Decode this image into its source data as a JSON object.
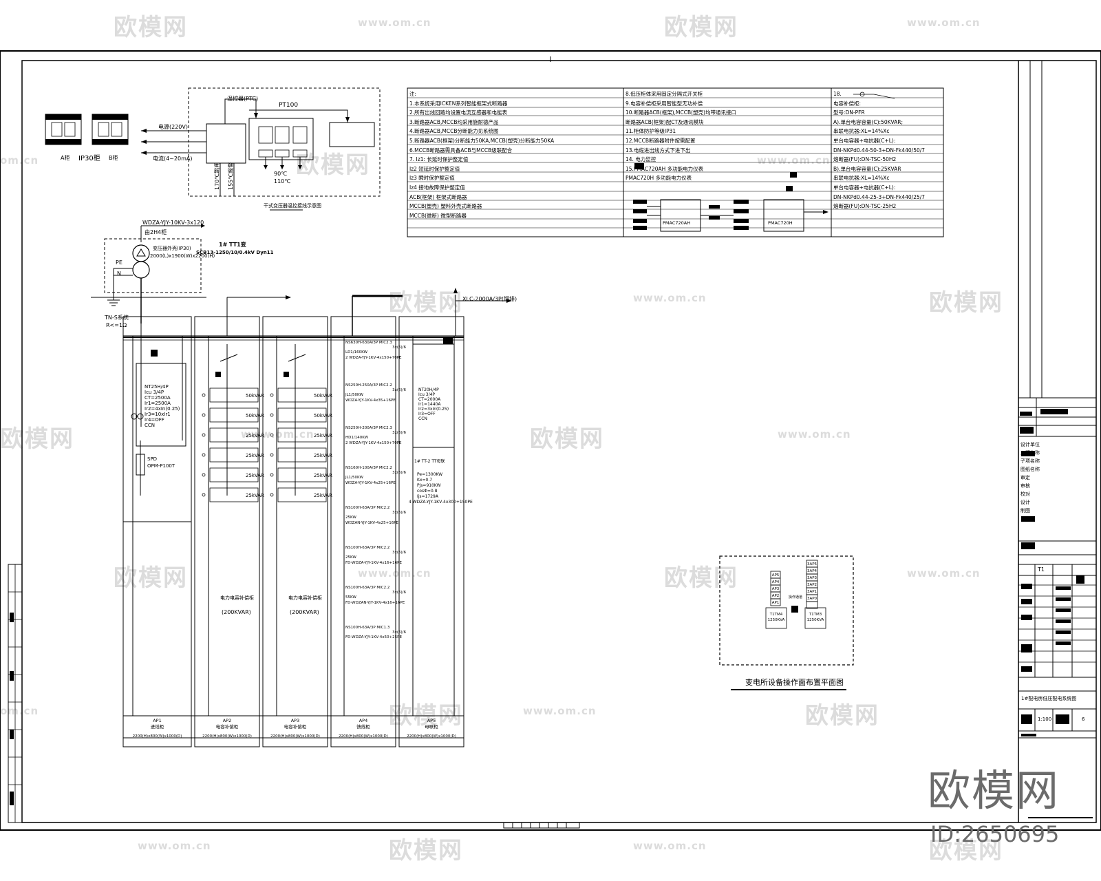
{
  "watermark": {
    "brand": "欧模网",
    "url": "www.om.cn",
    "url_partial": "om.cn"
  },
  "footer": {
    "logo_text": "欧模网",
    "id_text": "ID:2650695"
  },
  "top_left": {
    "ip30_label": "IP30柜",
    "left_cab_label": "A柜",
    "right_cab_label": "B柜"
  },
  "controller_diagram": {
    "ptc_label": "温控器(PTC)",
    "pt100_label": "PT100",
    "power_label": "电源(220V)",
    "signal_label": "电流(4~20mA)",
    "temp_170": "170℃跳闸",
    "temp_155": "155℃报警",
    "temp_90": "90℃",
    "temp_110": "110℃",
    "caption": "干式变压器温控接线示意图"
  },
  "transformer": {
    "cable_in": "WDZA-YJY-10KV-3x120",
    "source_note": "由2H4柜",
    "enclosure": "变压器外壳(IP30)",
    "dims": "2000(L)x1900(W)x2200(H)",
    "grounding": "TN-S系统",
    "resistance": "R<=1Ω",
    "pe": "PE",
    "n": "N",
    "spec_title": "1# TT1变",
    "spec_line": "SCB13-1250/10/0.4kV Dyn11"
  },
  "panels": {
    "busbar_label": "XLC-2000A/3P(铜排)",
    "main_incoming": {
      "breaker": "NT25H/4P",
      "lines": [
        "Icu 3/4P",
        "CT=2500A",
        "Ir1=2500A",
        "Ir2=4xIn(0.25)",
        "Ir3=10xIr1",
        "Ir4=OFF",
        "CCN"
      ],
      "spd": "SPD",
      "spd_model": "OPM-P100T"
    },
    "cap1": {
      "caption": "电力电容补偿柜",
      "capacity": "(200KVAR)",
      "rows": [
        "50kVAR",
        "50kVAR",
        "25kVAR",
        "25kVAR",
        "25kVAR",
        "25kVAR"
      ]
    },
    "cap2": {
      "caption": "电力电容补偿柜",
      "capacity": "(200KVAR)",
      "rows": [
        "50kVAR",
        "50kVAR",
        "25kVAR",
        "25kVAR",
        "25kVAR",
        "25kVAR"
      ]
    },
    "feeder": {
      "entries": [
        {
          "breaker": "NS630H-630A/3P MIC2.3",
          "cap": "3x(6)/6",
          "load": "LD1/160KW",
          "cable": "2 WDZA-YJY-1KV-4x150+70PE"
        },
        {
          "breaker": "NS250H-250A/3P MIC2.2",
          "cap": "3x(6)/6",
          "load": "JL1/50KW",
          "cable": "WDZA-YJY-1KV-4x35+16PE"
        },
        {
          "breaker": "NS250H-200A/3P MIC2.3",
          "cap": "3x(6)/6",
          "load": "HD1/140KW",
          "cable": "2 WDZA-YJY-1KV-4x150+70PE"
        },
        {
          "breaker": "NS160H-100A/3P MIC2.2",
          "cap": "3x(6)/6",
          "load": "JL1/50KW",
          "cable": "WDZA-YJY-1KV-4x25+16PE"
        },
        {
          "breaker": "NS100H-63A/3P MIC2.2",
          "cap": "3x(6)/6",
          "load": "25KW",
          "cable": "WDZAN-YJY-1KV-4x25+16PE"
        },
        {
          "breaker": "NS100H-63A/3P MIC2.2",
          "cap": "3x(6)/6",
          "load": "25KW",
          "cable": "FD-WDZA-YJY-1KV-4x16+16PE"
        },
        {
          "breaker": "NS100H-63A/3P MIC2.2",
          "cap": "3x(6)/6",
          "load": "55KW",
          "cable": "FD-WDZAN-YJY-1KV-4x16+16PE"
        },
        {
          "breaker": "NS100H-63A/3P MIC1.3",
          "cap": "3x(6)/6",
          "load": "",
          "cable": "FD-WDZA-YJY-1KV-4x50+25PE"
        }
      ]
    },
    "tie": {
      "breaker": "NT20H/4P",
      "lines": [
        "Icu 3/4P",
        "CT=2000A",
        "Ir1=1440A",
        "Ir2=3xIn(0.25)",
        "Ir3=OFF",
        "CCN"
      ],
      "title": "1# TT-2 TT母联",
      "calc": [
        "Pe=1300KW",
        "Kx=0.7",
        "Pjs=910KW",
        "cosΦ=0.8",
        "Ijs=1729A",
        "4 WDZA-YJY-1KV-4x300+150PE"
      ]
    },
    "bottom_labels": [
      {
        "code": "AP1",
        "name": "进线柜",
        "size": "2200(H)x800(W)x1000(D)"
      },
      {
        "code": "AP2",
        "name": "电容补偿柜",
        "size": "2200(H)x800(W)x1000(D)"
      },
      {
        "code": "AP3",
        "name": "电容补偿柜",
        "size": "2200(H)x800(W)x1000(D)"
      },
      {
        "code": "AP4",
        "name": "馈线柜",
        "size": "2200(H)x800(W)x1000(D)"
      },
      {
        "code": "AP5",
        "name": "母联柜",
        "size": "2200(H)x800(W)x1000(D)"
      }
    ]
  },
  "notes_table": {
    "col1": [
      "注:",
      "1.本系统采用ICKEN系列智能框架式断路器",
      "2.所有出线回路均设置电流互感器和电能表",
      "3.断路器ACB,MCCB均采用施耐德产品",
      "4.断路器ACB,MCCB分断能力见系统图",
      "5.断路器ACB(框架)分断能力50KA,MCCB(塑壳)分断能力50KA",
      "6.MCCB断路器需具备ACB与MCCB级联配合",
      "7. Iz1: 长延时保护整定值",
      "   Iz2  短延时保护整定值",
      "   Iz3  瞬时保护整定值",
      "   Iz4  接地故障保护整定值",
      "   ACB(框架) 框架式断路器",
      "   MCCB(塑壳) 塑料外壳式断路器",
      "   MCCB(微断) 微型断路器"
    ],
    "col2": [
      "8.低压柜体采用固定分隔式开关柜",
      "9.电容补偿柜采用智能型无功补偿",
      "10.断路器ACB(框架),MCCB(塑壳)均带通讯接口",
      "断路器ACB(框架)配CT及通讯模块",
      "11.柜体防护等级IP31",
      "12.MCCB断路器附件按需配置",
      "13.电缆进出线方式下进下出",
      "14. 电力监控",
      "15.PMAC720AH 多功能电力仪表",
      "   PMAC720H 多功能电力仪表"
    ],
    "col3": [
      "18.",
      "电容补偿柜:",
      "型号:DN-PFR",
      "A).单台电容容量(C):50KVAR;",
      "   串联电抗器:XL=14%Xc",
      "   单台电容器+电抗器(C+L):",
      "   DN-NKPd0.44-50-3+DN-Fk440/50/7",
      "   熔断器(FU):DN-TSC-50H2",
      "B).单台电容容量(C):25KVAR",
      "   串联电抗器:XL=14%Xc",
      "   单台电容器+电抗器(C+L):",
      "   DN-NKPd0.44-25-3+DN-Fk440/25/7",
      "   熔断器(FU):DN-TSC-25H2"
    ],
    "pmac_a": "PMAC720AH",
    "pmac_b": "PMAC720H"
  },
  "room_plan": {
    "caption": "变电所设备操作面布置平面图",
    "left_cells": [
      "AP5",
      "AP4",
      "AP3",
      "AP2",
      "AP1"
    ],
    "right_cells": [
      "3AP5",
      "3AP4",
      "3AP3",
      "3AP2",
      "3AP1",
      "3AP0"
    ],
    "t1_label": "T1TM4 1250KVA",
    "t2_label": "T1TM3 1250KVA",
    "center": "操作通道"
  },
  "title_block": {
    "items": [
      "设计单位",
      "工程名称",
      "子项名称",
      "图纸名称",
      "审定",
      "审核",
      "校对",
      "设计",
      "制图"
    ],
    "col_t1": "T1",
    "drawing_title": "1#配电房低压配电系统图",
    "scale": "1:100",
    "sheet": "6"
  }
}
